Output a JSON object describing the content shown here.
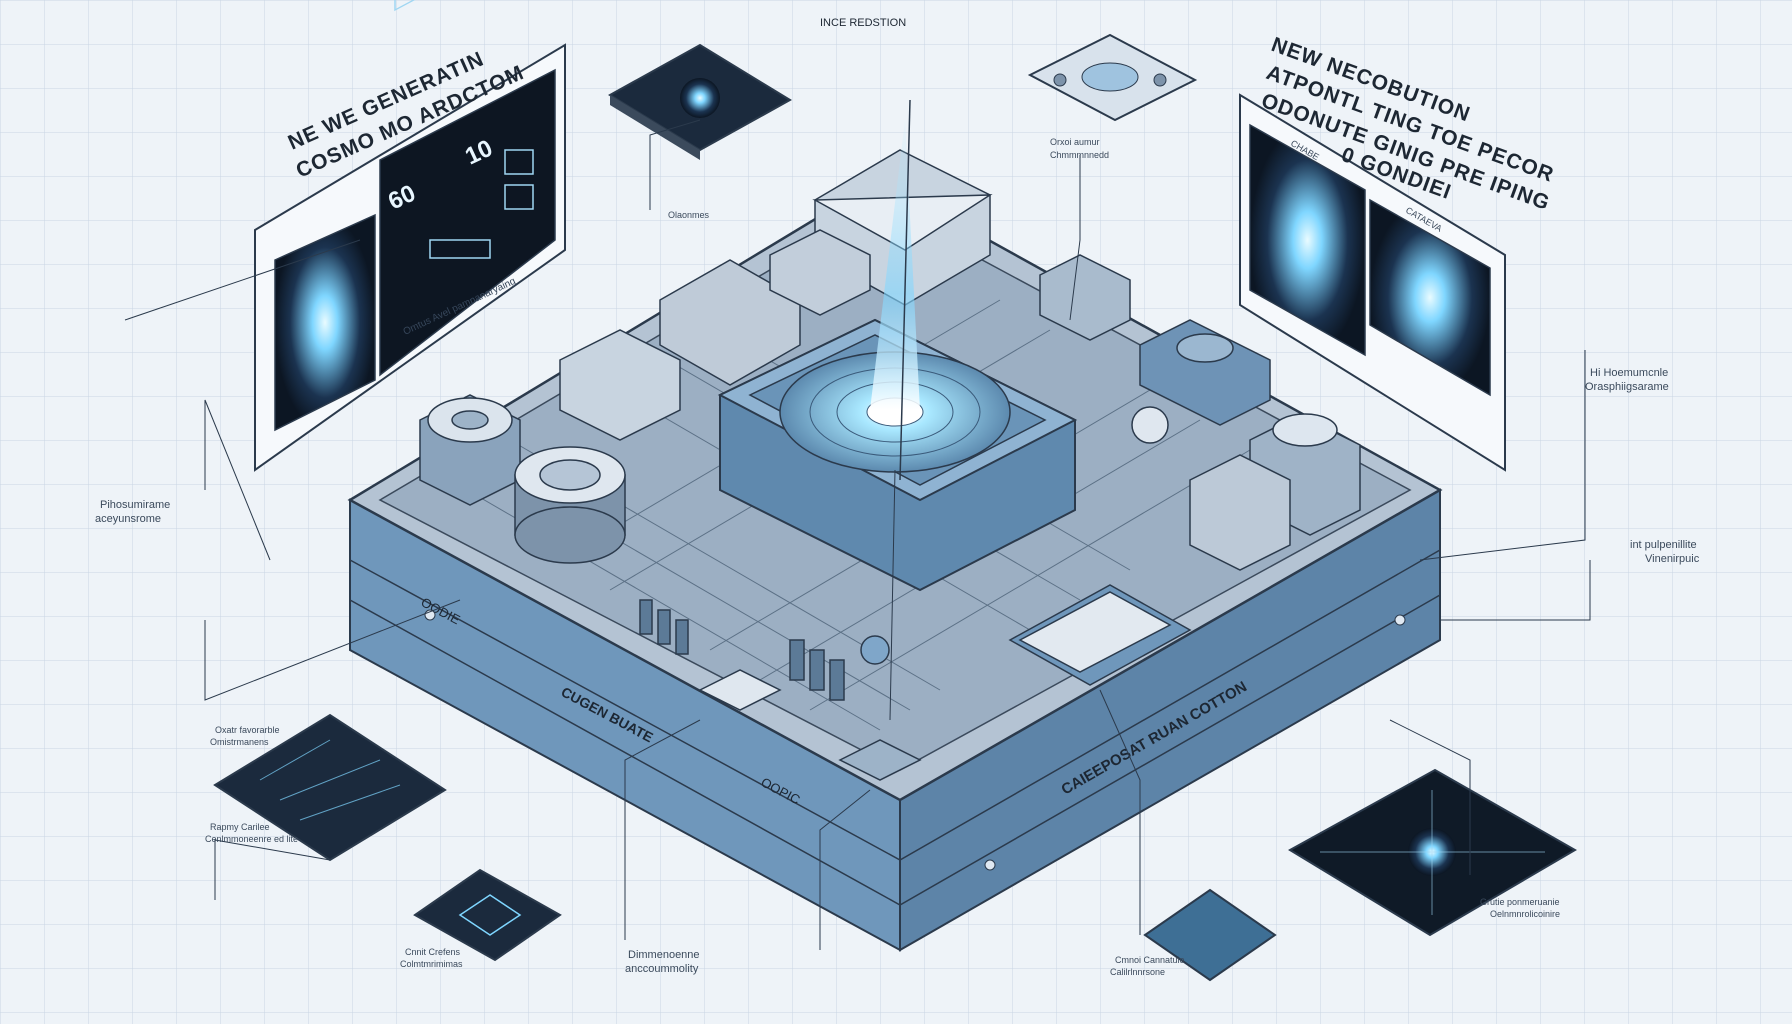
{
  "top_center_label": "INCE REDSTION",
  "left_panel": {
    "title_line1": "NE WE GENERATIN",
    "title_line2": "COSMO MO ARDCTOM",
    "readout": [
      "60",
      "10"
    ],
    "caption": "Omtus Avel pamnanaryaing"
  },
  "right_panel": {
    "title_line1": "NEW  NECOBUTION",
    "title_line2": "ATPONTL  TING TOE PECOR",
    "title_line3": "ODONUTE  GINIG PRE IPING",
    "title_line4": "0  GONDIEI",
    "screen_tag_1": "CHABE",
    "screen_tag_2": "CATAEVA"
  },
  "board": {
    "front_label": "OODIE",
    "label_a": "CUGEN BUATE",
    "label_b": "OOPIC",
    "right_label": "CAIEEPOSAT RUAN COTTON"
  },
  "callouts": [
    {
      "name": "callout-left-mid",
      "line1": "Pihosumirame",
      "line2": "aceyunsrome"
    },
    {
      "name": "callout-left-low",
      "line1": "Oxatr favorarble",
      "line2": "Omistrmanens"
    },
    {
      "name": "callout-right-mid",
      "line1": "Hi Hoemumcnle",
      "line2": "Orasphiigsarame"
    },
    {
      "name": "callout-right-low",
      "line1": "int pulpenillite",
      "line2": "Vinenirpuic"
    },
    {
      "name": "callout-top-left",
      "line1": "Olaonmes",
      "line2": ""
    },
    {
      "name": "callout-top-center",
      "line1": "Orxoi aumur",
      "line2": "Chmmmnnedd"
    },
    {
      "name": "callout-bottom-left",
      "line1": "Rapmy Carilee",
      "line2": "Cenlmmoneenre ed lite"
    },
    {
      "name": "callout-bottom-chip",
      "line1": "Cnnit Crefens",
      "line2": "Colmtmrimimas"
    },
    {
      "name": "callout-bottom-center",
      "line1": "Dimmenoenne",
      "line2": "anccoummolity"
    },
    {
      "name": "callout-bottom-right",
      "line1": "Cmnoi Cannatuie",
      "line2": "Calilrlnnrsone"
    },
    {
      "name": "callout-far-right",
      "line1": "Grutie ponmeruanie",
      "line2": "Oelnmnrolicoinire"
    }
  ],
  "colors": {
    "background": "#eef3f8",
    "grid": "#c9d6e4",
    "board_blue": "#7fa6c9",
    "board_dark": "#4d6f8e",
    "glow": "#7fd6ff",
    "line": "#2b3a4c"
  }
}
